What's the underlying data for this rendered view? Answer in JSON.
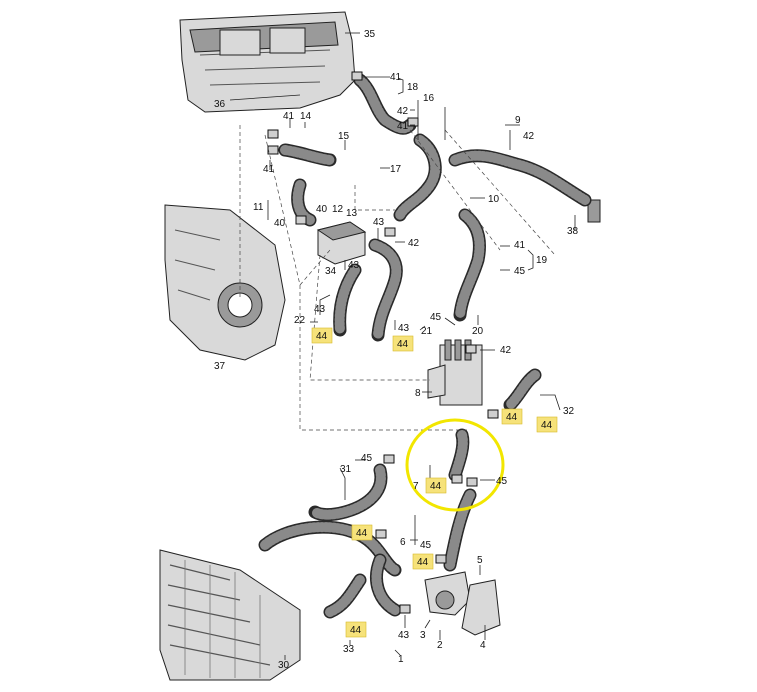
{
  "callouts": [
    {
      "id": "c35",
      "text": "35"
    },
    {
      "id": "c36",
      "text": "36"
    },
    {
      "id": "c41a",
      "text": "41"
    },
    {
      "id": "c18",
      "text": "18"
    },
    {
      "id": "c16",
      "text": "16"
    },
    {
      "id": "c42a",
      "text": "42"
    },
    {
      "id": "c41b",
      "text": "41"
    },
    {
      "id": "c9",
      "text": "9"
    },
    {
      "id": "c42b",
      "text": "42"
    },
    {
      "id": "c41c",
      "text": "41"
    },
    {
      "id": "c14",
      "text": "14"
    },
    {
      "id": "c15",
      "text": "15"
    },
    {
      "id": "c41d",
      "text": "41"
    },
    {
      "id": "c17",
      "text": "17"
    },
    {
      "id": "c11",
      "text": "11"
    },
    {
      "id": "c40a",
      "text": "40"
    },
    {
      "id": "c40b",
      "text": "40"
    },
    {
      "id": "c12",
      "text": "12"
    },
    {
      "id": "c13",
      "text": "13"
    },
    {
      "id": "c10",
      "text": "10"
    },
    {
      "id": "c38",
      "text": "38"
    },
    {
      "id": "c43a",
      "text": "43"
    },
    {
      "id": "c42c",
      "text": "42"
    },
    {
      "id": "c34",
      "text": "34"
    },
    {
      "id": "c43b",
      "text": "43"
    },
    {
      "id": "c41e",
      "text": "41"
    },
    {
      "id": "c19",
      "text": "19"
    },
    {
      "id": "c45a",
      "text": "45"
    },
    {
      "id": "c22",
      "text": "22"
    },
    {
      "id": "c43c",
      "text": "43"
    },
    {
      "id": "c44a",
      "text": "44"
    },
    {
      "id": "c45b",
      "text": "45"
    },
    {
      "id": "c20",
      "text": "20"
    },
    {
      "id": "c43d",
      "text": "43"
    },
    {
      "id": "c21",
      "text": "21"
    },
    {
      "id": "c44b",
      "text": "44"
    },
    {
      "id": "c42d",
      "text": "42"
    },
    {
      "id": "c37",
      "text": "37"
    },
    {
      "id": "c8",
      "text": "8"
    },
    {
      "id": "c44c",
      "text": "44"
    },
    {
      "id": "c44d",
      "text": "44"
    },
    {
      "id": "c32",
      "text": "32"
    },
    {
      "id": "c31",
      "text": "31"
    },
    {
      "id": "c45c",
      "text": "45"
    },
    {
      "id": "c7",
      "text": "7"
    },
    {
      "id": "c44e",
      "text": "44"
    },
    {
      "id": "c45d",
      "text": "45"
    },
    {
      "id": "c44f",
      "text": "44"
    },
    {
      "id": "c6",
      "text": "6"
    },
    {
      "id": "c45e",
      "text": "45"
    },
    {
      "id": "c44g",
      "text": "44"
    },
    {
      "id": "c5",
      "text": "5"
    },
    {
      "id": "c44h",
      "text": "44"
    },
    {
      "id": "c43e",
      "text": "43"
    },
    {
      "id": "c3",
      "text": "3"
    },
    {
      "id": "c2",
      "text": "2"
    },
    {
      "id": "c4",
      "text": "4"
    },
    {
      "id": "c33",
      "text": "33"
    },
    {
      "id": "c1",
      "text": "1"
    },
    {
      "id": "c30",
      "text": "30"
    }
  ],
  "colors": {
    "highlight_fill": "#f6e27a",
    "highlight_circle": "#f2e600"
  }
}
